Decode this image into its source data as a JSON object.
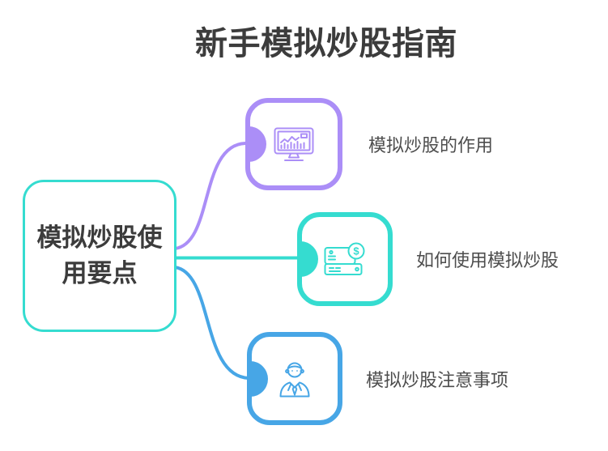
{
  "title": "新手模拟炒股指南",
  "root": {
    "label": "模拟炒股使用要点",
    "border_color": "#35dcd0"
  },
  "branches": [
    {
      "label": "模拟炒股的作用",
      "color": "#ab8ef7",
      "icon": "monitor-chart-icon"
    },
    {
      "label": "如何使用模拟炒股",
      "color": "#35dcd0",
      "icon": "cash-register-icon",
      "coin_symbol": "$"
    },
    {
      "label": "模拟炒股注意事项",
      "color": "#47a6e6",
      "icon": "businessman-icon"
    }
  ],
  "colors": {
    "title_text": "#3c3c3c",
    "label_text": "#4d4d4d",
    "background": "#ffffff"
  }
}
